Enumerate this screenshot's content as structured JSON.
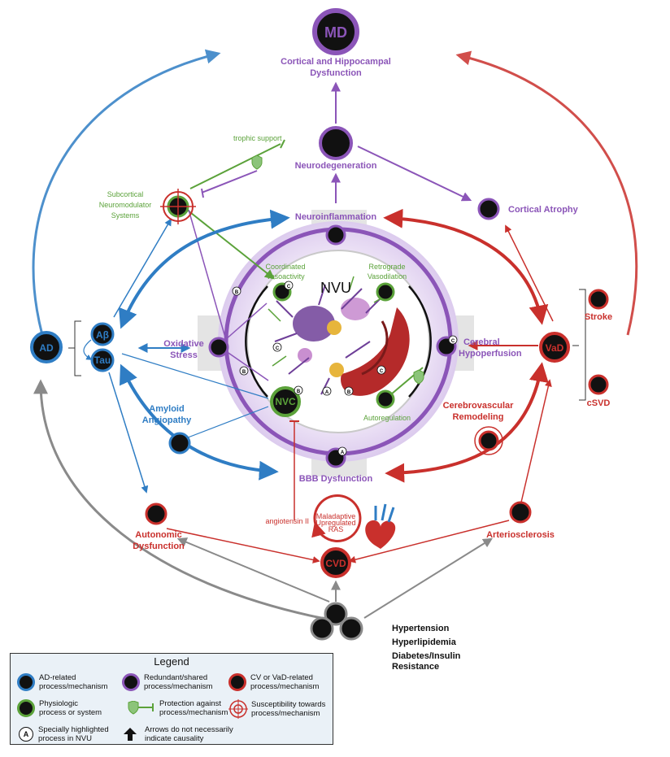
{
  "nodes": {
    "md": "MD",
    "cortical_dysfunction": [
      "Cortical and Hippocampal",
      "Dysfunction"
    ],
    "neurodegeneration": "Neurodegeneration",
    "cortical_atrophy": "Cortical Atrophy",
    "neuroinflammation": "Neuroinflammation",
    "subcortical": [
      "Subcortical",
      "Neuromodulator",
      "Systems"
    ],
    "trophic_support": "trophic support",
    "coordinated": [
      "Coordinated",
      "Vasoactivity"
    ],
    "retrograde": [
      "Retrograde",
      "Vasodilation"
    ],
    "nvu": "NVU",
    "ad": "AD",
    "abeta": "Aβ",
    "tau": "Tau",
    "oxidative": [
      "Oxidative",
      "Stress"
    ],
    "cerebral": [
      "Cerebral",
      "Hypoperfusion"
    ],
    "vad": "VaD",
    "stroke": "Stroke",
    "csvd": "cSVD",
    "nvc": "NVC",
    "autoregulation": "Autoregulation",
    "amyloid": [
      "Amyloid",
      "Angiopathy"
    ],
    "cerebrovascular": [
      "Cerebrovascular",
      "Remodeling"
    ],
    "bbb": "BBB Dysfunction",
    "angiotensin": "angiotensin II",
    "ras": [
      "Maladaptive",
      "Upregulated",
      "RAS"
    ],
    "autonomic": [
      "Autonomic",
      "Dysfunction"
    ],
    "arteriosclerosis": "Arteriosclerosis",
    "cvd": "CVD",
    "badge_a": "A",
    "badge_b": "B",
    "badge_c": "C"
  },
  "risk_factors": [
    "Hypertension",
    "Hyperlipidemia",
    "Diabetes/Insulin",
    "Resistance"
  ],
  "legend": {
    "title": "Legend",
    "ad_related": [
      "AD-related",
      "process/mechanism"
    ],
    "redundant": [
      "Redundant/shared",
      "process/mechanism"
    ],
    "cv_related": [
      "CV or VaD-related",
      "process/mechanism"
    ],
    "physiologic": [
      "Physiologic",
      "process or system"
    ],
    "protection": [
      "Protection against",
      "process/mechanism"
    ],
    "susceptibility": [
      "Susceptibility towards",
      "process/mechanism"
    ],
    "highlighted_badge": "A",
    "highlighted": [
      "Specially highlighted",
      "process in NVU"
    ],
    "arrows": [
      "Arrows do not necessarily",
      "indicate causality"
    ]
  },
  "colors": {
    "ad": "#2f7dc4",
    "shared": "#8b55b8",
    "cv": "#c9302c",
    "physiologic": "#5ba23a",
    "risk": "#8a8a8a"
  }
}
